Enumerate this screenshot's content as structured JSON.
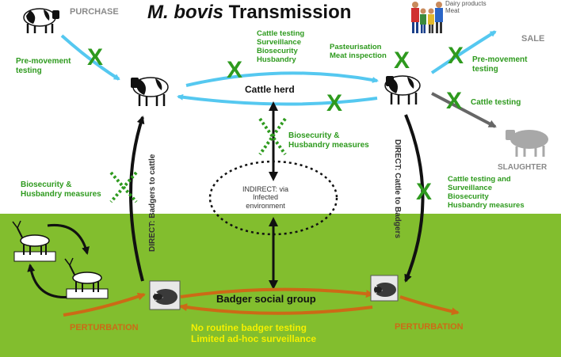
{
  "title": {
    "italic": "M. bovis",
    "rest": " Transmission"
  },
  "purchase": "PURCHASE",
  "sale": "SALE",
  "slaughter": "SLAUGHTER",
  "dairy": "Dairy products\nMeat",
  "pre_movement_left": "Pre-movement\ntesting",
  "pre_movement_right": "Pre-movement\ntesting",
  "cattle_measures_top": "Cattle testing\nSurveillance\nBiosecurity\nHusbandry",
  "pasteurisation": "Pasteurisation\nMeat inspection",
  "cattle_testing": "Cattle testing",
  "cattle_herd": "Cattle herd",
  "biosecurity_center": "Biosecurity &\nHusbandry measures",
  "biosecurity_left": "Biosecurity &\nHusbandry measures",
  "cattle_measures_right": "Cattle testing and\nSurveillance\nBiosecurity\nHusbandry measures",
  "indirect": "INDIRECT: via\nInfected\nenvironment",
  "direct_left": "DIRECT: Badgers to cattle",
  "direct_right": "DIRECT: Cattle to Badgers",
  "badger_group": "Badger social group",
  "perturbation_left": "PERTURBATION",
  "perturbation_right": "PERTURBATION",
  "no_testing": "No routine badger testing\nLimited ad-hoc surveillance",
  "colors": {
    "ground": "#82be2e",
    "blue_arrow": "#55c8f0",
    "orange_arrow": "#cc6a16",
    "green_text": "#2e9a1e",
    "x_mark": "#2e9a1e",
    "yellow_text": "#f4f000"
  }
}
